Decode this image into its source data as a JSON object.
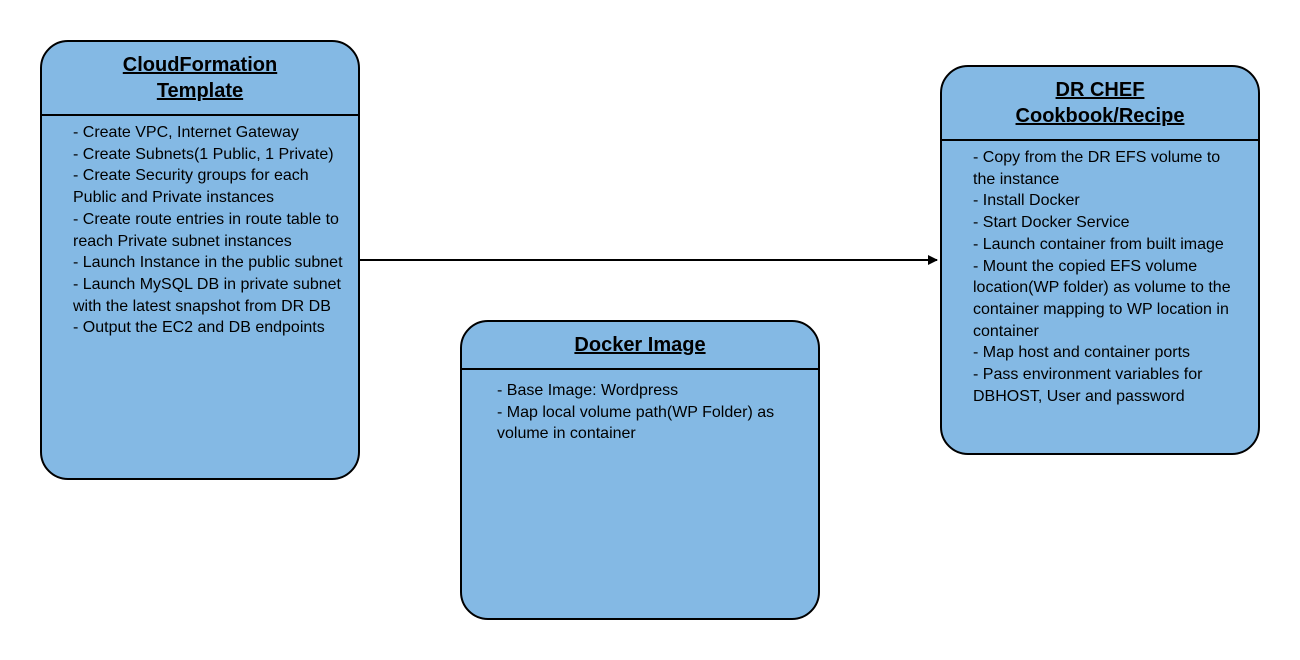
{
  "colors": {
    "card_fill": "#84b9e4",
    "border": "#000000",
    "background": "#ffffff"
  },
  "cloudformation": {
    "title_line1": "CloudFormation",
    "title_line2": "Template",
    "items": [
      "- Create VPC, Internet Gateway",
      "- Create Subnets(1 Public, 1 Private)",
      "- Create Security groups for each Public and Private instances",
      "- Create route entries in route table to reach Private subnet instances",
      "- Launch Instance in the public subnet",
      "- Launch MySQL DB in private subnet with the latest snapshot from DR DB",
      "- Output the EC2 and DB endpoints"
    ]
  },
  "docker_image": {
    "title": "Docker Image",
    "items": [
      "- Base Image: Wordpress",
      "- Map local  volume path(WP Folder) as volume in container"
    ]
  },
  "dr_chef": {
    "title_line1": "DR CHEF",
    "title_line2": "Cookbook/Recipe",
    "items": [
      "- Copy from the DR EFS volume to the instance",
      "- Install Docker",
      "- Start Docker Service",
      "- Launch container from built image",
      "- Mount the copied EFS volume location(WP folder) as volume to the container mapping to WP location in container",
      "- Map host and container ports",
      "- Pass environment variables for DBHOST, User and password"
    ]
  }
}
